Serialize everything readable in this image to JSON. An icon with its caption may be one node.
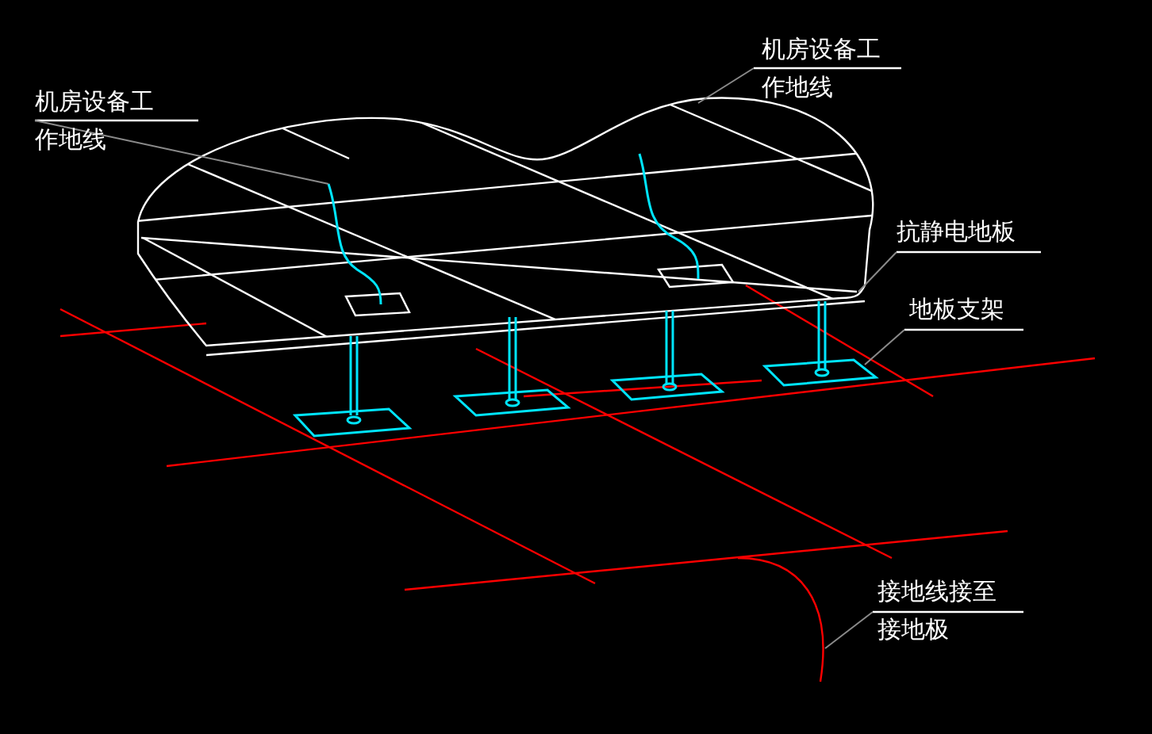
{
  "diagram": {
    "nodes": [
      {
        "text": [
          "机房设备工作地线"
        ]
      },
      {
        "text": [
          "机房设备工作地线"
        ]
      },
      {
        "text": [
          "抗静电地板"
        ]
      },
      {
        "text": [
          "地板支架"
        ]
      },
      {
        "text": [
          "接地线接至接地极"
        ]
      }
    ],
    "edges": [
      {
        "from": 0,
        "to": null,
        "arrow": "none"
      },
      {
        "from": 1,
        "to": null,
        "arrow": "none"
      },
      {
        "from": 2,
        "to": null,
        "arrow": "none"
      },
      {
        "from": 3,
        "to": null,
        "arrow": "none"
      },
      {
        "from": 4,
        "to": null,
        "arrow": "none"
      }
    ]
  }
}
